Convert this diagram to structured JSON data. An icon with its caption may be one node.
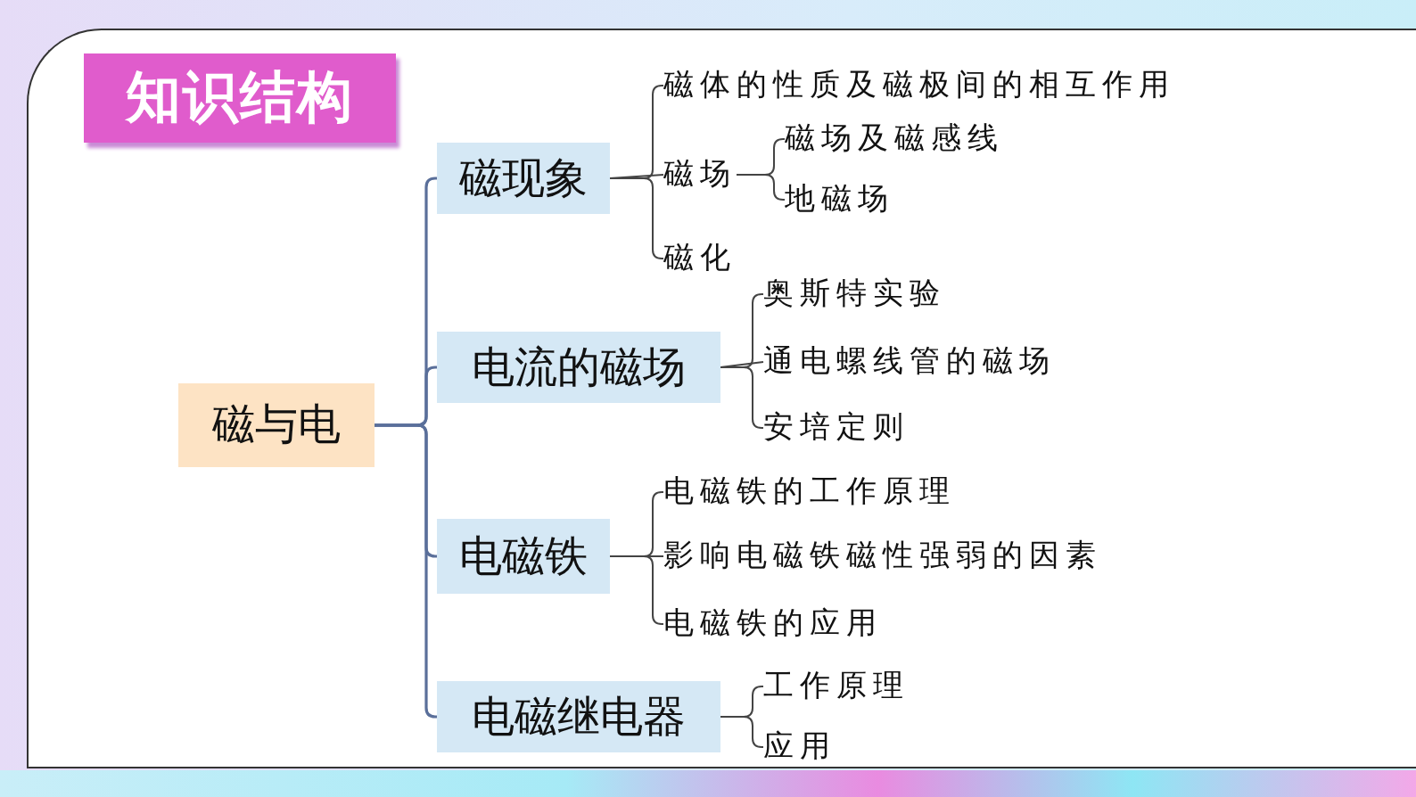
{
  "diagram": {
    "title": "知识结构",
    "nodes": [
      {
        "text": [
          "磁与电"
        ]
      },
      {
        "text": [
          "磁现象"
        ]
      },
      {
        "text": [
          "磁体的性质及磁极间的相互作用"
        ]
      },
      {
        "text": [
          "磁场"
        ]
      },
      {
        "text": [
          "磁场及磁感线"
        ]
      },
      {
        "text": [
          "地磁场"
        ]
      },
      {
        "text": [
          "磁化"
        ]
      },
      {
        "text": [
          "电流的磁场"
        ]
      },
      {
        "text": [
          "奥斯特实验"
        ]
      },
      {
        "text": [
          "通电螺线管的磁场"
        ]
      },
      {
        "text": [
          "安培定则"
        ]
      },
      {
        "text": [
          "电磁铁"
        ]
      },
      {
        "text": [
          "电磁铁的工作原理"
        ]
      },
      {
        "text": [
          "影响电磁铁磁性强弱的因素"
        ]
      },
      {
        "text": [
          "电磁铁的应用"
        ]
      },
      {
        "text": [
          "电磁继电器"
        ]
      },
      {
        "text": [
          "工作原理"
        ]
      },
      {
        "text": [
          "应用"
        ]
      }
    ],
    "edges": [
      {
        "from": 0,
        "to": 1,
        "arrow": "none"
      },
      {
        "from": 0,
        "to": 7,
        "arrow": "none"
      },
      {
        "from": 0,
        "to": 11,
        "arrow": "none"
      },
      {
        "from": 0,
        "to": 15,
        "arrow": "none"
      },
      {
        "from": 1,
        "to": 2,
        "arrow": "none"
      },
      {
        "from": 1,
        "to": 3,
        "arrow": "none"
      },
      {
        "from": 1,
        "to": 6,
        "arrow": "none"
      },
      {
        "from": 3,
        "to": 4,
        "arrow": "none"
      },
      {
        "from": 3,
        "to": 5,
        "arrow": "none"
      },
      {
        "from": 7,
        "to": 8,
        "arrow": "none"
      },
      {
        "from": 7,
        "to": 9,
        "arrow": "none"
      },
      {
        "from": 7,
        "to": 10,
        "arrow": "none"
      },
      {
        "from": 11,
        "to": 12,
        "arrow": "none"
      },
      {
        "from": 11,
        "to": 13,
        "arrow": "none"
      },
      {
        "from": 11,
        "to": 14,
        "arrow": "none"
      },
      {
        "from": 15,
        "to": 16,
        "arrow": "none"
      },
      {
        "from": 15,
        "to": 17,
        "arrow": "none"
      }
    ]
  }
}
